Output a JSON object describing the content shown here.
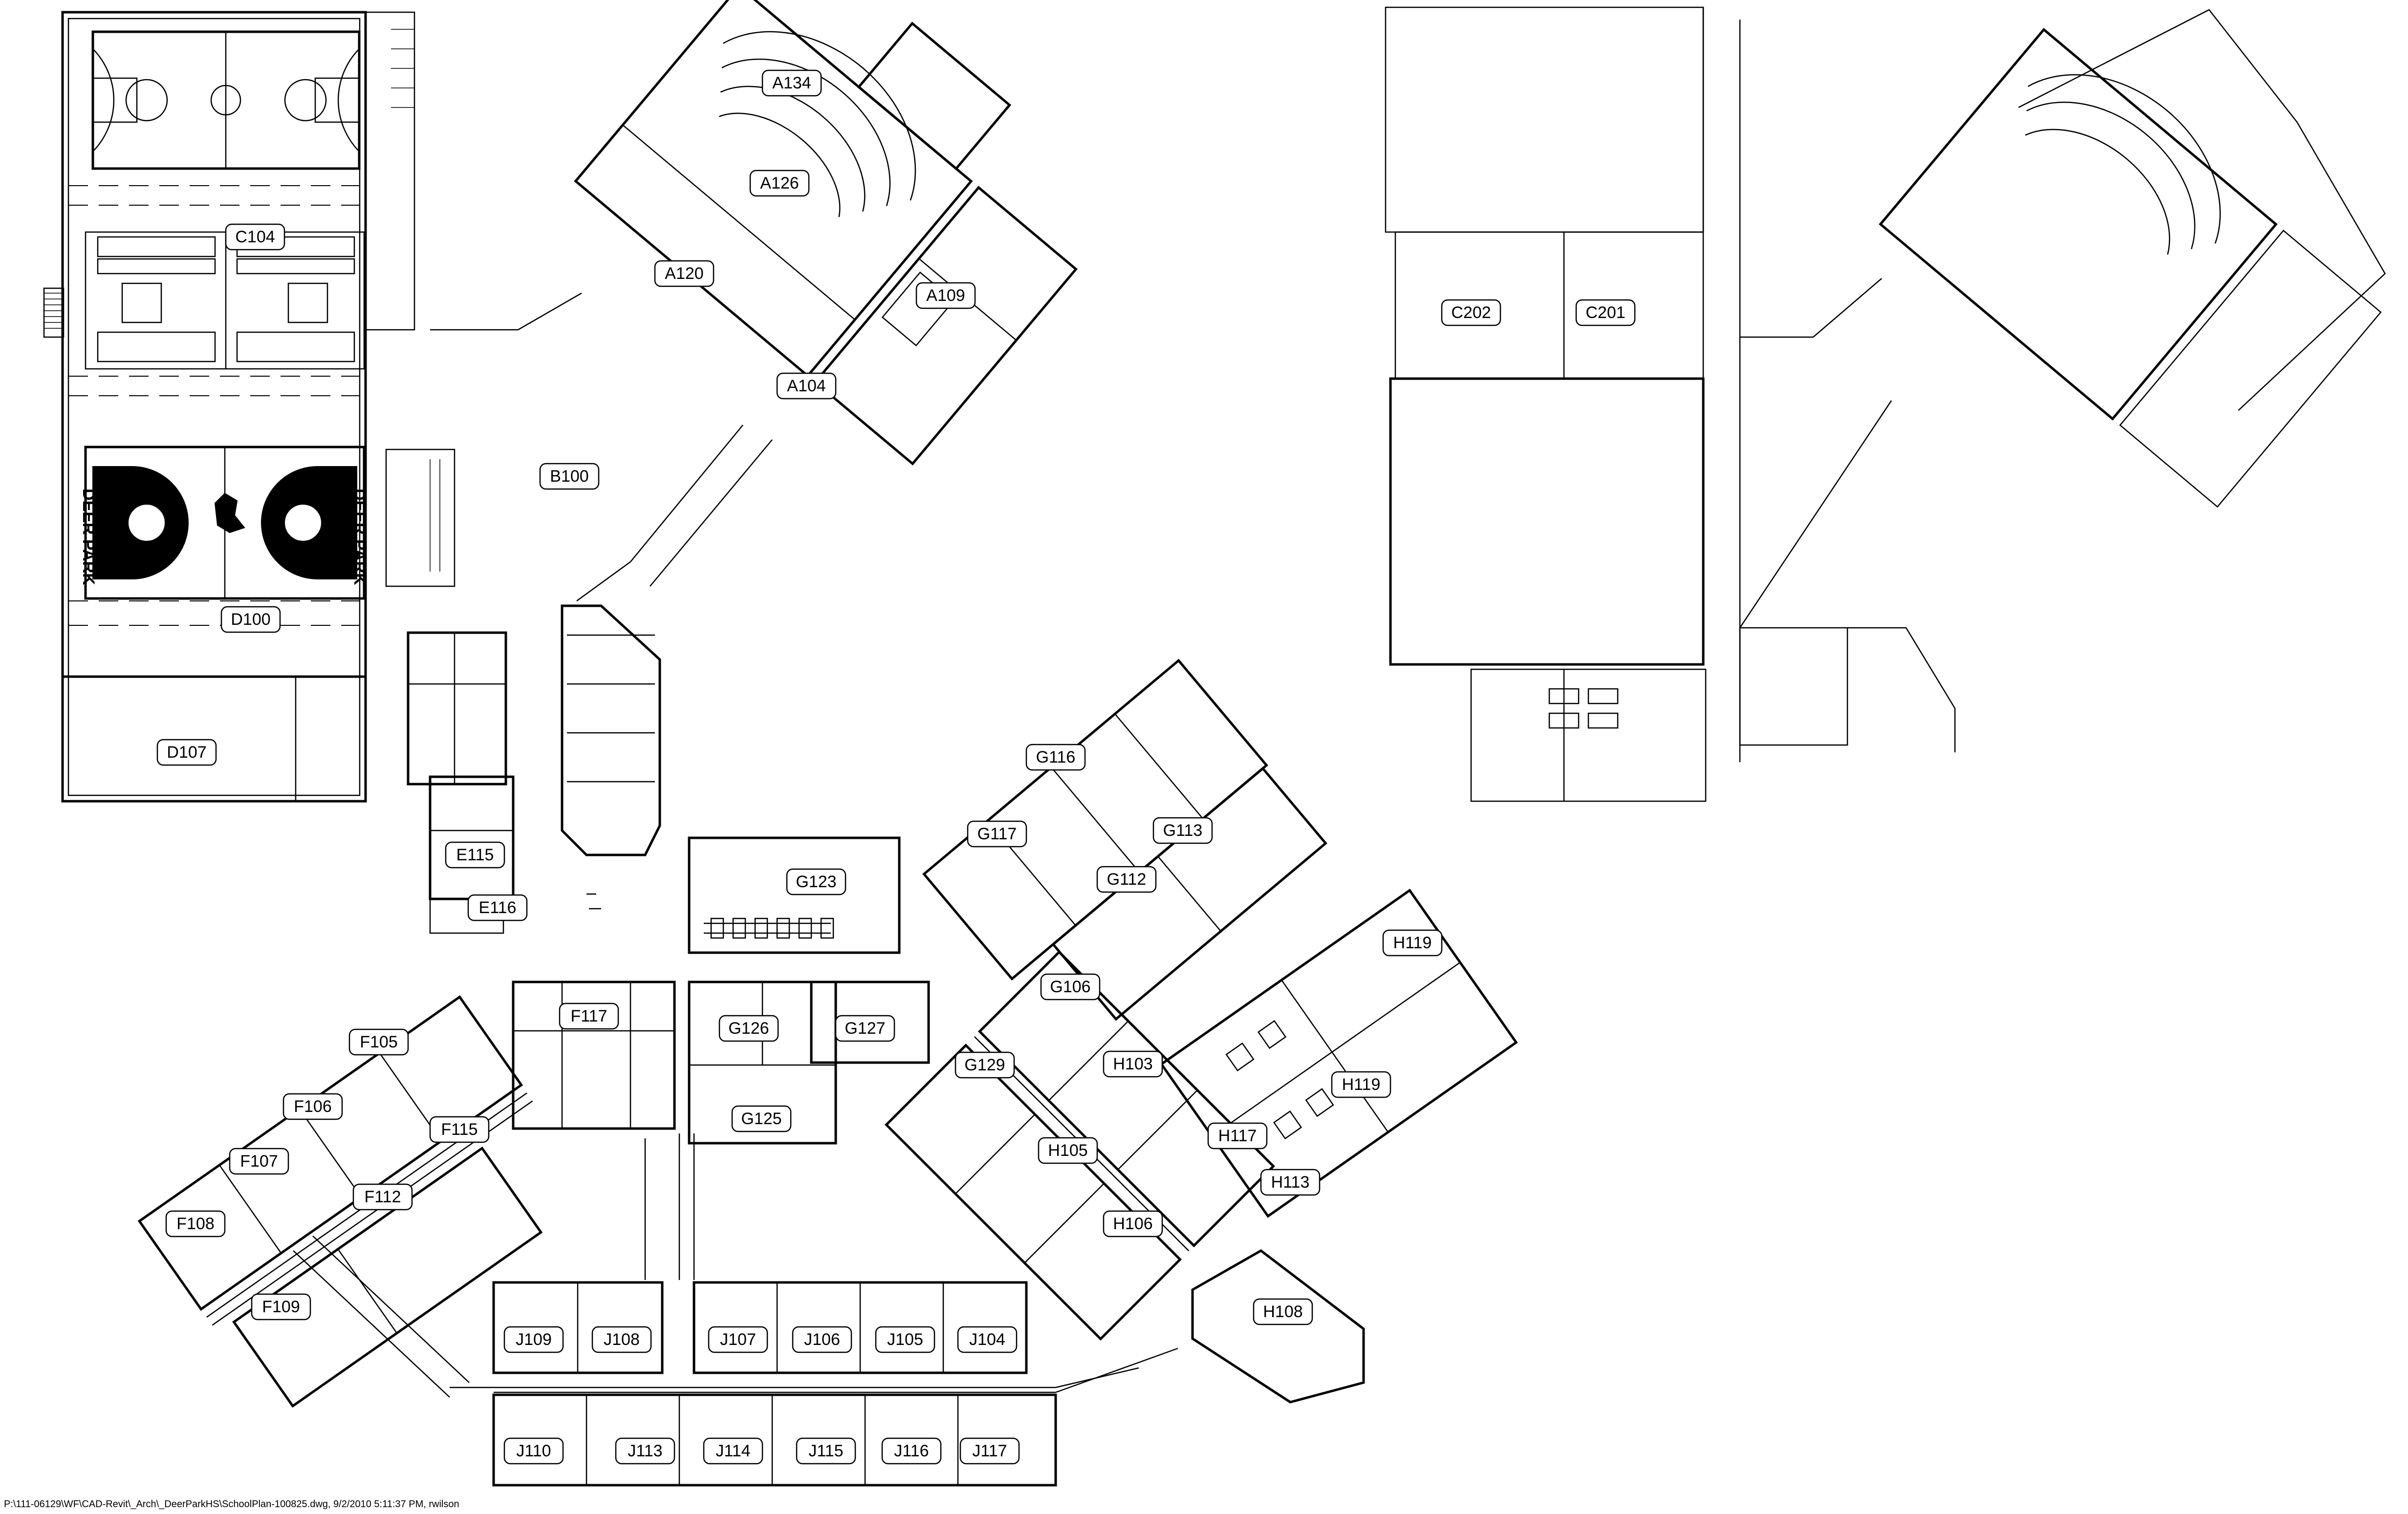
{
  "rooms": [
    "A134",
    "A126",
    "A120",
    "A109",
    "A104",
    "B100",
    "C104",
    "D100",
    "D107",
    "E115",
    "E116",
    "G116",
    "G117",
    "G113",
    "G112",
    "G123",
    "G106",
    "F117",
    "G126",
    "G127",
    "G129",
    "G125",
    "H103",
    "H105",
    "H106",
    "F105",
    "F106",
    "F107",
    "F108",
    "F109",
    "F115",
    "F112",
    "H119",
    "H119",
    "H117",
    "H113",
    "H108",
    "J109",
    "J108",
    "J107",
    "J106",
    "J105",
    "J104",
    "J110",
    "J113",
    "J114",
    "J115",
    "J116",
    "J117",
    "C202",
    "C201"
  ],
  "court_text": {
    "left": "DEER PARK",
    "right": "DEER PARK"
  },
  "footer": "P:\\111-06129\\WF\\CAD-Revit\\_Arch\\_DeerParkHS\\SchoolPlan-100825.dwg, 9/2/2010 5:11:37 PM, rwilson"
}
